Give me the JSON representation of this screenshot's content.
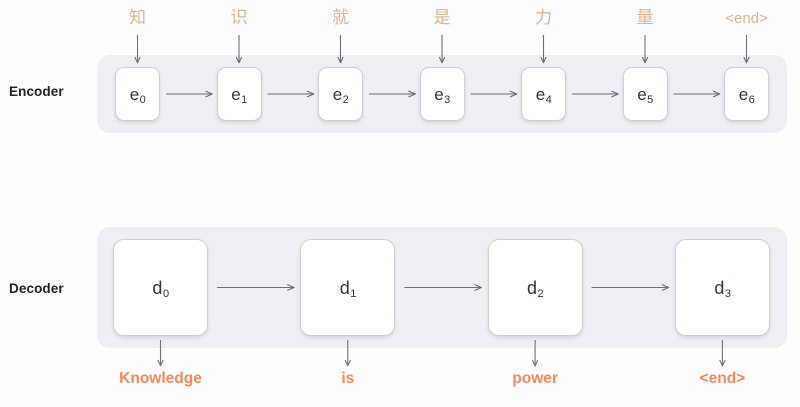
{
  "diagram": {
    "title_encoder": "Encoder",
    "title_decoder": "Decoder",
    "colors": {
      "page_background": "#fdfdfe",
      "band_background": "#eeeef4",
      "cell_background": "#ffffff",
      "cell_border": "#cfcfd6",
      "cell_text": "#33343c",
      "row_label": "#21222b",
      "input_token": "#d9b394",
      "output_token": "#f58a5b",
      "arrow": "#6e6f78"
    }
  },
  "encoder": {
    "label": "Encoder",
    "cells": [
      {
        "base": "e",
        "sub": "0",
        "input_token": "知"
      },
      {
        "base": "e",
        "sub": "1",
        "input_token": "识"
      },
      {
        "base": "e",
        "sub": "2",
        "input_token": "就"
      },
      {
        "base": "e",
        "sub": "3",
        "input_token": "是"
      },
      {
        "base": "e",
        "sub": "4",
        "input_token": "力"
      },
      {
        "base": "e",
        "sub": "5",
        "input_token": "量"
      },
      {
        "base": "e",
        "sub": "6",
        "input_token": "<end>"
      }
    ]
  },
  "decoder": {
    "label": "Decoder",
    "cells": [
      {
        "base": "d",
        "sub": "0",
        "output_token": "Knowledge"
      },
      {
        "base": "d",
        "sub": "1",
        "output_token": "is"
      },
      {
        "base": "d",
        "sub": "2",
        "output_token": "power"
      },
      {
        "base": "d",
        "sub": "3",
        "output_token": "<end>"
      }
    ]
  }
}
